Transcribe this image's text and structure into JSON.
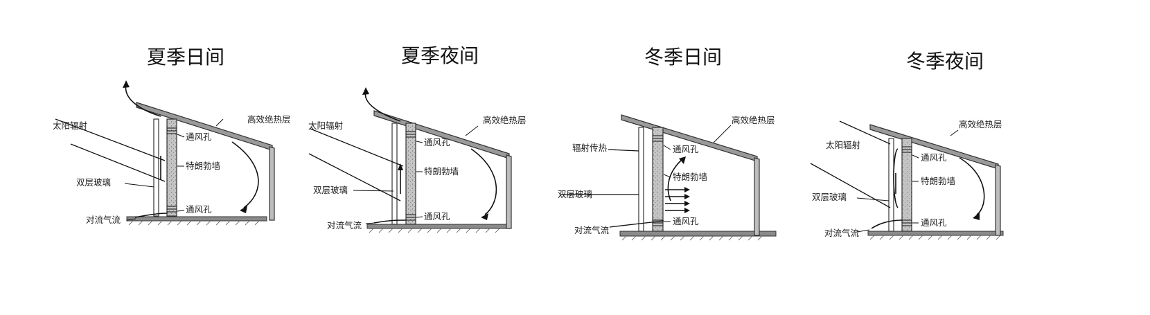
{
  "panels": [
    {
      "title": "夏季日间",
      "labels": {
        "insulation": "高效绝热层",
        "solar": "太阳辐射",
        "vent_top": "通风孔",
        "wall": "特朗勃墙",
        "glass": "双层玻璃",
        "vent_bottom": "通风孔",
        "airflow": "对流气流"
      }
    },
    {
      "title": "夏季夜间",
      "labels": {
        "insulation": "高效绝热层",
        "solar": "太阳辐射",
        "vent_top": "通风孔",
        "wall": "特朗勃墙",
        "glass": "双层玻璃",
        "vent_bottom": "通风孔",
        "airflow": "对流气流"
      }
    },
    {
      "title": "冬季日间",
      "labels": {
        "insulation": "高效绝热层",
        "radiant": "辐射传热",
        "vent_top": "通风孔",
        "wall": "特朗勃墙",
        "glass": "双层玻璃",
        "vent_bottom": "通风孔",
        "airflow": "对流气流"
      }
    },
    {
      "title": "冬季夜间",
      "labels": {
        "insulation": "高效绝热层",
        "solar": "太阳辐射",
        "vent_top": "通风孔",
        "wall": "特朗勃墙",
        "glass": "双层玻璃",
        "vent_bottom": "通风孔",
        "airflow": "对流气流"
      }
    }
  ]
}
